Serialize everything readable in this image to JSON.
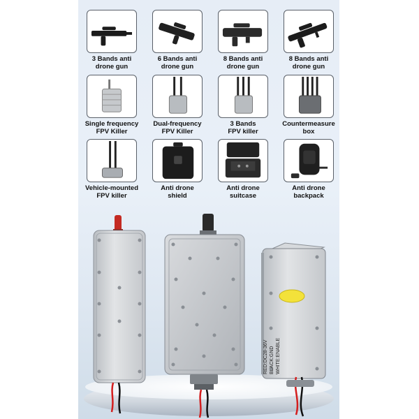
{
  "products": [
    {
      "line1": "3 Bands anti",
      "line2": "drone gun",
      "icon": "anti-drone-gun-icon"
    },
    {
      "line1": "6 Bands anti",
      "line2": "drone gun",
      "icon": "anti-drone-gun-icon"
    },
    {
      "line1": "8 Bands anti",
      "line2": "drone gun",
      "icon": "anti-drone-gun-icon"
    },
    {
      "line1": "8 Bands anti",
      "line2": "drone gun",
      "icon": "anti-drone-gun-icon"
    },
    {
      "line1": "Single frequency",
      "line2": "FPV Killer",
      "icon": "fpv-killer-icon"
    },
    {
      "line1": "Dual-frequency",
      "line2": "FPV Killer",
      "icon": "fpv-killer-icon"
    },
    {
      "line1": "3 Bands",
      "line2": "FPV killer",
      "icon": "fpv-killer-icon"
    },
    {
      "line1": "Countermeasure",
      "line2": "box",
      "icon": "countermeasure-box-icon"
    },
    {
      "line1": "Vehicle-mounted",
      "line2": "FPV killer",
      "icon": "vehicle-jammer-icon"
    },
    {
      "line1": "Anti drone",
      "line2": "shield",
      "icon": "shield-icon"
    },
    {
      "line1": "Anti drone",
      "line2": "suitcase",
      "icon": "suitcase-icon"
    },
    {
      "line1": "Anti drone",
      "line2": "backpack",
      "icon": "backpack-icon"
    }
  ],
  "module_labels": [
    "RED:DC28-36V",
    "BLACK:GND",
    "WHITE:ENABLE"
  ],
  "colors": {
    "background": "#e6edf6",
    "module": "#c9ccd0",
    "label_yellow": "#f3e23a"
  }
}
